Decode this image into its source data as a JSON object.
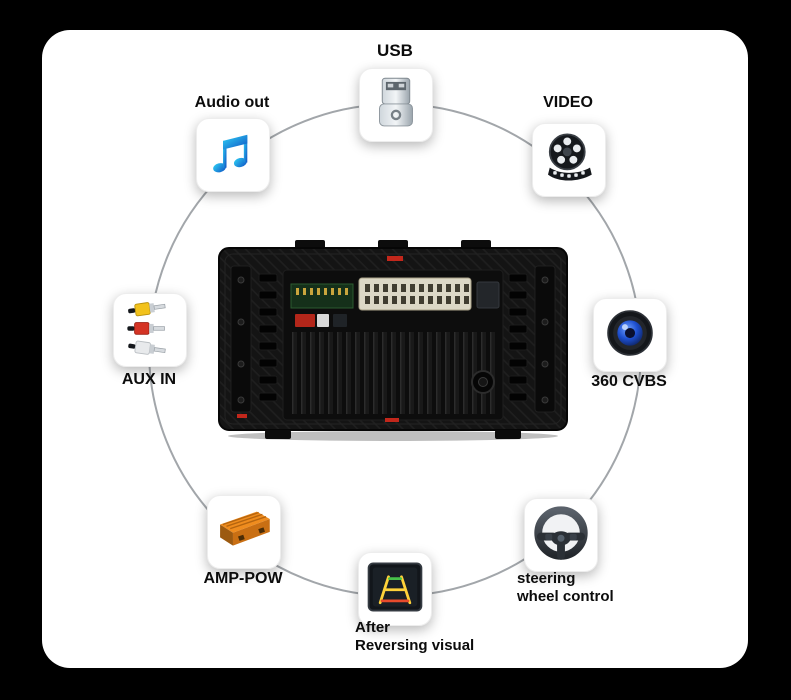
{
  "features": {
    "usb": {
      "label": "USB"
    },
    "audio_out": {
      "label": "Audio out"
    },
    "video": {
      "label": "VIDEO"
    },
    "aux_in": {
      "label": "AUX IN"
    },
    "cvbs": {
      "label": "360 CVBS"
    },
    "amp": {
      "label": "AMP-POW"
    },
    "reversing": {
      "line1": "After",
      "line2": "Reversing visual"
    },
    "steering": {
      "line1": "steering",
      "line2": "wheel control"
    }
  },
  "icons": {
    "usb": "usb-plug-icon",
    "audio_out": "music-notes-icon",
    "video": "film-reel-icon",
    "aux_in": "rca-cables-icon",
    "cvbs": "camera-lens-icon",
    "amp": "amplifier-icon",
    "reversing": "rear-camera-view-icon",
    "steering": "steering-wheel-icon",
    "center": "car-stereo-rear-panel"
  },
  "colors": {
    "background": "#000000",
    "card": "#ffffff",
    "ring": "#a2a6aa",
    "label_text": "#0c0c0c",
    "note_cyan": "#2fd4f6",
    "note_blue": "#0f52c4",
    "rca_yellow": "#f2c21c",
    "rca_red": "#d43425",
    "rca_white": "#e8eaec",
    "amp_orange": "#ef8c1e",
    "lens_blue": "#1d4fd0"
  }
}
